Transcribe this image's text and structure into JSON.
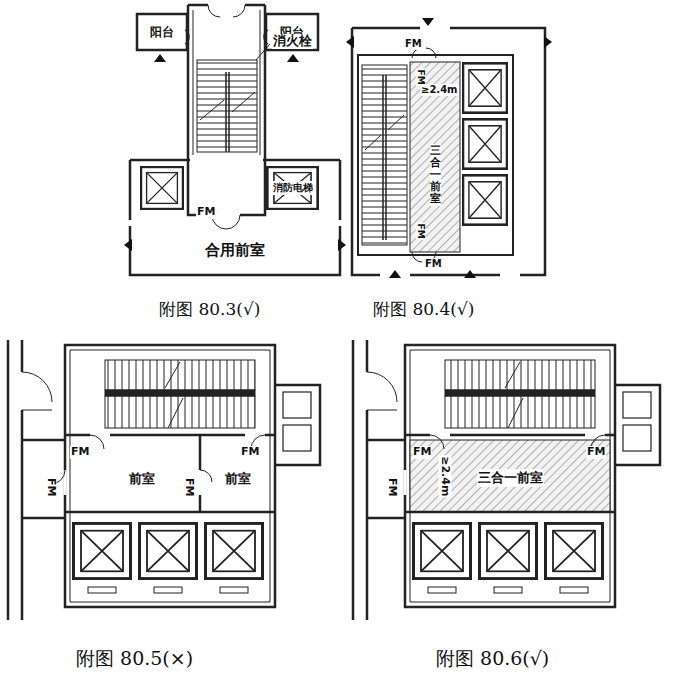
{
  "diagram": {
    "nodes": [
      {
        "text": [
          "阳台"
        ]
      },
      {
        "text": [
          "阳台"
        ]
      },
      {
        "text": [
          "消防电梯"
        ]
      },
      {
        "text": [
          "合用前室"
        ]
      },
      {
        "text": [
          "三合一前室"
        ]
      },
      {
        "text": [
          "前室"
        ]
      },
      {
        "text": [
          "前室"
        ]
      },
      {
        "text": [
          "三合一前室"
        ]
      }
    ],
    "labels": [
      "消火栓",
      "FM",
      "附图 80.3(√)",
      "FM",
      "FM",
      "≥2.4m",
      "FM",
      "FM",
      "附图 80.4(√)",
      "FM",
      "FM",
      "FM",
      "FM",
      "附图 80.5(×)",
      "FM",
      "FM",
      "FM",
      "≥2.4m",
      "附图 80.6(√)"
    ]
  }
}
